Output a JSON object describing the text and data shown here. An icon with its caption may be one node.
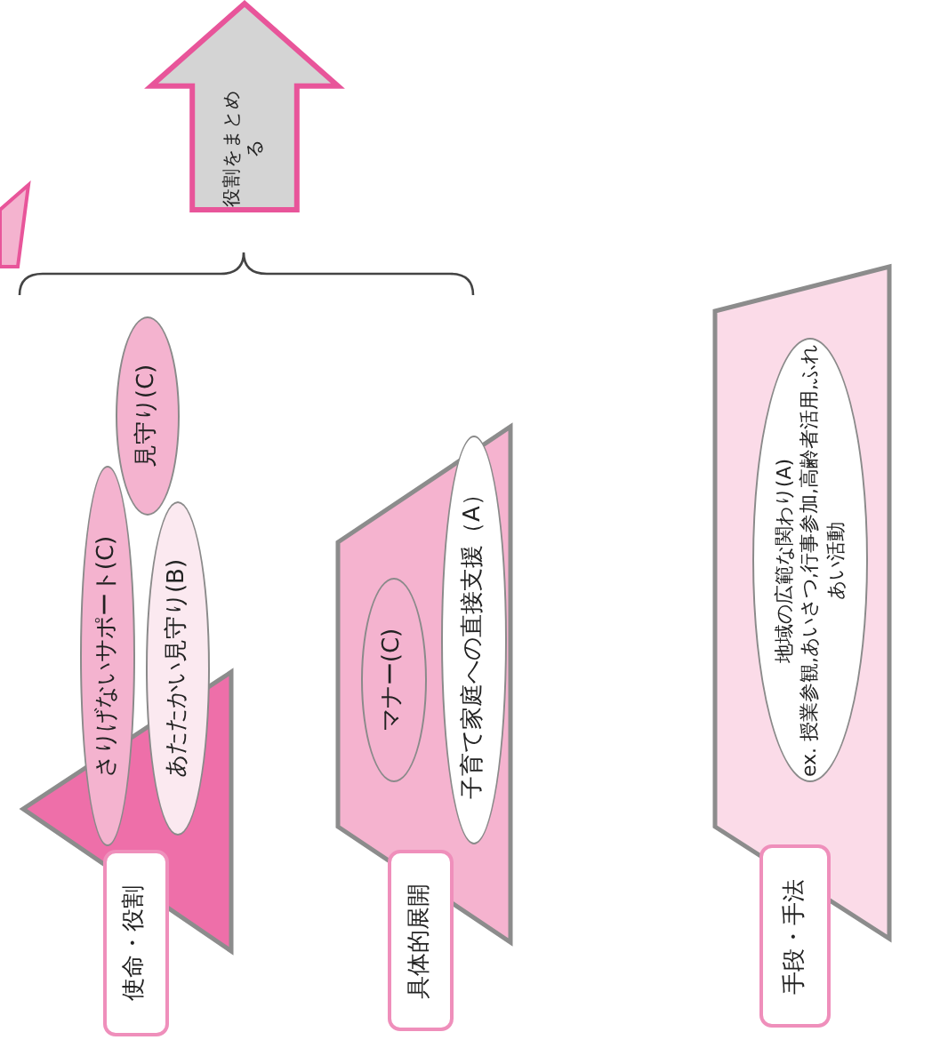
{
  "diagram": {
    "nodes": [
      {
        "text": [
          "使命・役割"
        ]
      },
      {
        "text": [
          "見守り(C)"
        ]
      },
      {
        "text": [
          "さりげないサポート(C)"
        ]
      },
      {
        "text": [
          "あたたかい見守り(B)"
        ]
      },
      {
        "text": [
          "具体的展開"
        ]
      },
      {
        "text": [
          "マナー(C)"
        ],
        "in": 4
      },
      {
        "text": [
          "子育て家庭への直接支援（A）"
        ],
        "in": 4
      },
      {
        "text": [
          "手段・手法"
        ]
      },
      {
        "text": [
          "地域の広範な関わり(A)",
          "ex. 授業参観,あいさつ,行事参加,高齢者活用,ふれあい活動"
        ],
        "in": 7
      },
      {
        "text": [
          "役割をまとめる"
        ]
      }
    ]
  }
}
